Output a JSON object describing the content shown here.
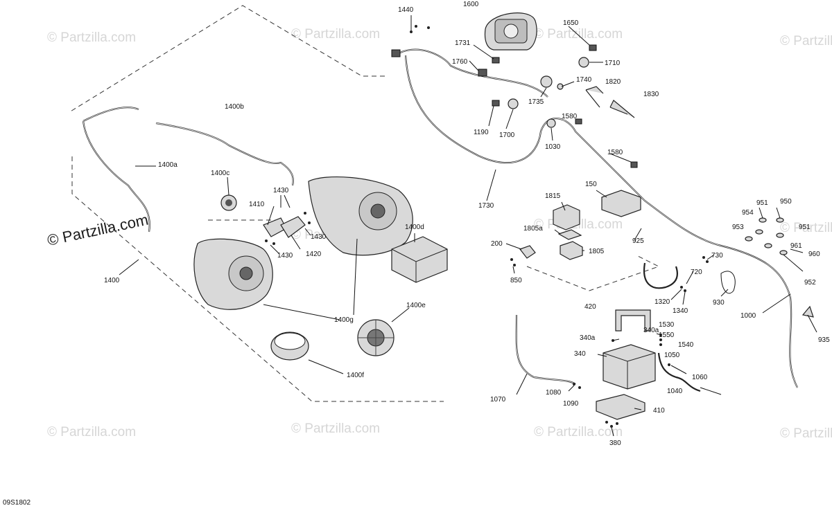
{
  "diagram": {
    "reference_code": "09S1802",
    "watermark_text": "© Partzilla.com",
    "labels": {
      "p1440": "1440",
      "p1600": "1600",
      "p1650": "1650",
      "p1731": "1731",
      "p1760": "1760",
      "p1710": "1710",
      "p1740": "1740",
      "p1820": "1820",
      "p1830": "1830",
      "p1735": "1735",
      "p1580a": "1580",
      "p1190": "1190",
      "p1700": "1700",
      "p1030": "1030",
      "p1580b": "1580",
      "p1730": "1730",
      "p1400b": "1400b",
      "p1400a": "1400a",
      "p1400c": "1400c",
      "p1430a": "1430",
      "p1410": "1410",
      "p1430b": "1430",
      "p1430c": "1430",
      "p1420": "1420",
      "p1400d": "1400d",
      "p1400": "1400",
      "p1400g": "1400g",
      "p1400e": "1400e",
      "p1400f": "1400f",
      "p1815": "1815",
      "p150": "150",
      "p1805a": "1805a",
      "p1805": "1805",
      "p925": "925",
      "p200": "200",
      "p850": "850",
      "p951a": "951",
      "p950": "950",
      "p954": "954",
      "p953": "953",
      "p951b": "951",
      "p961": "961",
      "p960": "960",
      "p730": "730",
      "p720": "720",
      "p952": "952",
      "p930": "930",
      "p1320": "1320",
      "p1340": "1340",
      "p1000": "1000",
      "p420": "420",
      "p935": "935",
      "p340a1": "340a",
      "p1530": "1530",
      "p340a2": "340a",
      "p1550": "1550",
      "p1540": "1540",
      "p340": "340",
      "p1050": "1050",
      "p1060": "1060",
      "p1070": "1070",
      "p1080": "1080",
      "p1090": "1090",
      "p1040": "1040",
      "p410": "410",
      "p380": "380"
    }
  }
}
